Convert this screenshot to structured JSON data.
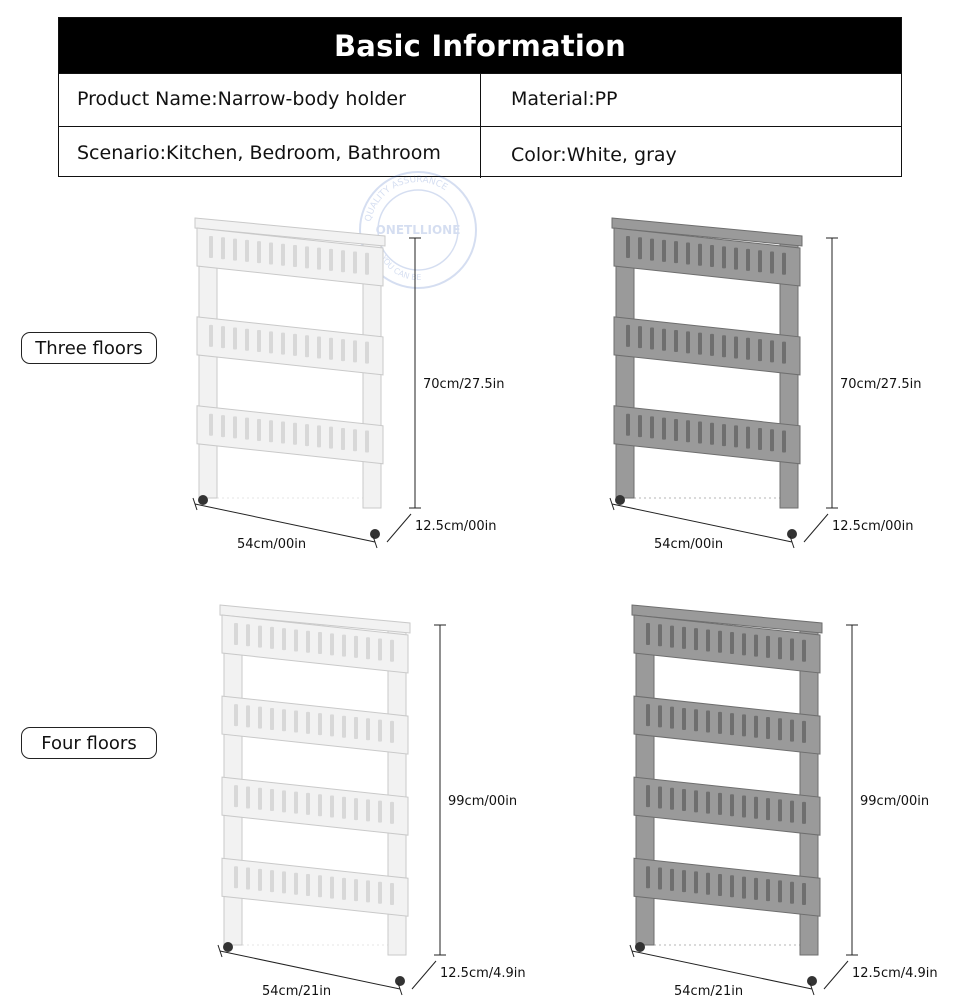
{
  "info": {
    "heading": "Basic Information",
    "rows": [
      [
        {
          "label": "Product Name:",
          "value": "Narrow-body holder"
        },
        {
          "label": "Material:",
          "value": "PP"
        }
      ],
      [
        {
          "label": "Scenario:",
          "value": "Kitchen, Bedroom, Bathroom"
        },
        {
          "label": "Color:",
          "value": "White, gray"
        }
      ]
    ]
  },
  "watermark": {
    "top": "QUALITY ASSURANCE",
    "center": "ONETLLIONE",
    "bottom": "YOU CAN BE"
  },
  "variants": [
    {
      "name": "Three floors",
      "tiers": 3,
      "products": [
        {
          "color": "white",
          "fill": "#f2f2f2",
          "stroke": "#c9c9c9",
          "height_label": "70cm/27.5in",
          "width_label": "54cm/00in",
          "depth_label": "12.5cm/00in"
        },
        {
          "color": "gray",
          "fill": "#9a9a9a",
          "stroke": "#6e6e6e",
          "height_label": "70cm/27.5in",
          "width_label": "54cm/00in",
          "depth_label": "12.5cm/00in"
        }
      ]
    },
    {
      "name": "Four floors",
      "tiers": 4,
      "products": [
        {
          "color": "white",
          "fill": "#f2f2f2",
          "stroke": "#c9c9c9",
          "height_label": "99cm/00in",
          "width_label": "54cm/21in",
          "depth_label": "12.5cm/4.9in"
        },
        {
          "color": "gray",
          "fill": "#9a9a9a",
          "stroke": "#6e6e6e",
          "height_label": "99cm/00in",
          "width_label": "54cm/21in",
          "depth_label": "12.5cm/4.9in"
        }
      ]
    }
  ]
}
